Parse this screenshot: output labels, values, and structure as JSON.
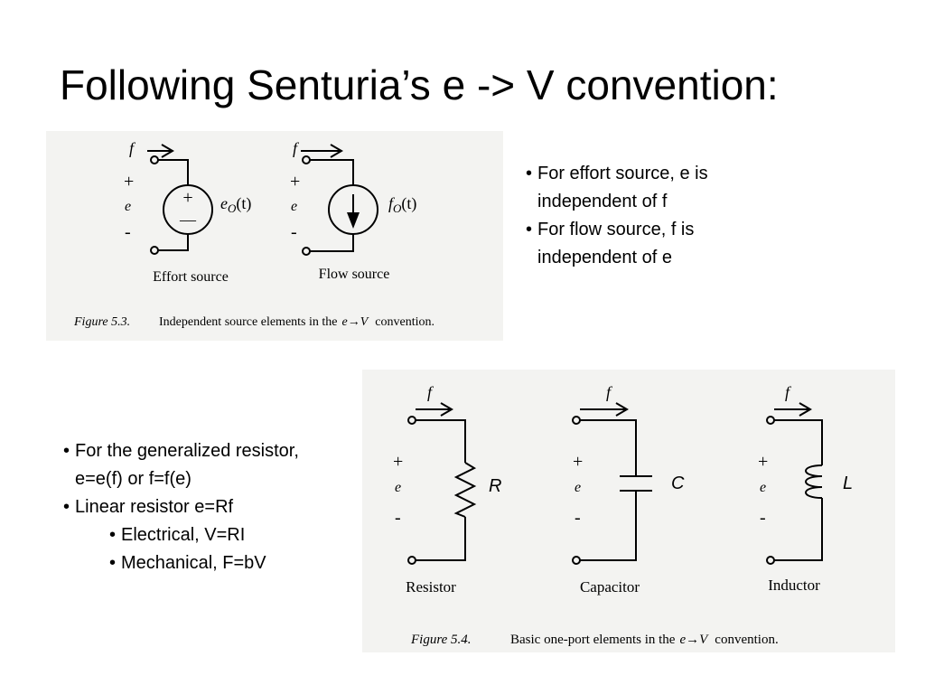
{
  "slide": {
    "title": "Following Senturia’s e -> V convention:"
  },
  "bullets_top": [
    "For effort source, e is independent of f",
    "For flow source, f is independent of e"
  ],
  "bullets_bottom": [
    "For the generalized resistor, e=e(f) or f=f(e)",
    "Linear resistor e=Rf",
    "Electrical, V=RI",
    "Mechanical, F=bV"
  ],
  "figure1": {
    "effort_source": {
      "f": "f",
      "plus": "+",
      "e": "e",
      "minus": "-",
      "label_e": "e",
      "label_sub": "O",
      "label_arg": "(t)",
      "circle_plus": "+",
      "circle_minus": "—",
      "caption": "Effort source"
    },
    "flow_source": {
      "f": "f",
      "plus": "+",
      "e": "e",
      "minus": "-",
      "label_f": "f",
      "label_sub": "O",
      "label_arg": "(t)",
      "caption": "Flow source"
    },
    "caption_num": "Figure 5.3.",
    "caption_text": "Independent source elements in the",
    "caption_e": "e",
    "caption_arrow": "→",
    "caption_v": "V",
    "caption_end": "convention."
  },
  "figure2": {
    "resistor": {
      "f": "f",
      "plus": "+",
      "e": "e",
      "minus": "-",
      "symbol": "R",
      "caption": "Resistor"
    },
    "capacitor": {
      "f": "f",
      "plus": "+",
      "e": "e",
      "minus": "-",
      "symbol": "C",
      "caption": "Capacitor"
    },
    "inductor": {
      "f": "f",
      "plus": "+",
      "e": "e",
      "minus": "-",
      "symbol": "L",
      "caption": "Inductor"
    },
    "caption_num": "Figure 5.4.",
    "caption_text": "Basic one-port elements in the",
    "caption_e": "e",
    "caption_arrow": "→",
    "caption_v": "V",
    "caption_end": "convention."
  }
}
